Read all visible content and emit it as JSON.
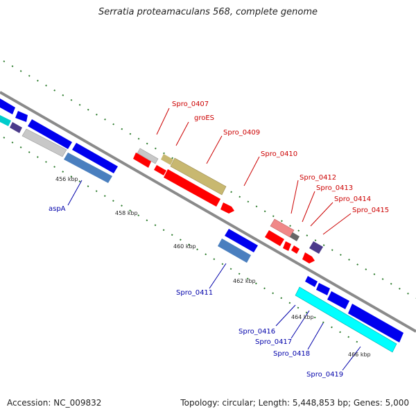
{
  "title": "Serratia proteamaculans 568, complete genome",
  "footer": {
    "accession": "Accession: NC_009832",
    "topology": "Topology: circular; Length: 5,448,853 bp; Genes: 5,000"
  },
  "colors": {
    "backbone": "#888888",
    "tick": "#2a7a2a",
    "label_forward": "#cc0000",
    "label_reverse": "#0000aa"
  },
  "scale_labels": [
    "456 kbp",
    "458 kbp",
    "460 kbp",
    "462 kbp",
    "464 kbp",
    "466 kbp"
  ],
  "forward_labels": [
    "Spro_0407",
    "groES",
    "Spro_0409",
    "Spro_0410",
    "Spro_0412",
    "Spro_0413",
    "Spro_0414",
    "Spro_0415"
  ],
  "reverse_labels": [
    "aspA",
    "Spro_0411",
    "Spro_0416",
    "Spro_0417",
    "Spro_0418",
    "Spro_0419"
  ]
}
